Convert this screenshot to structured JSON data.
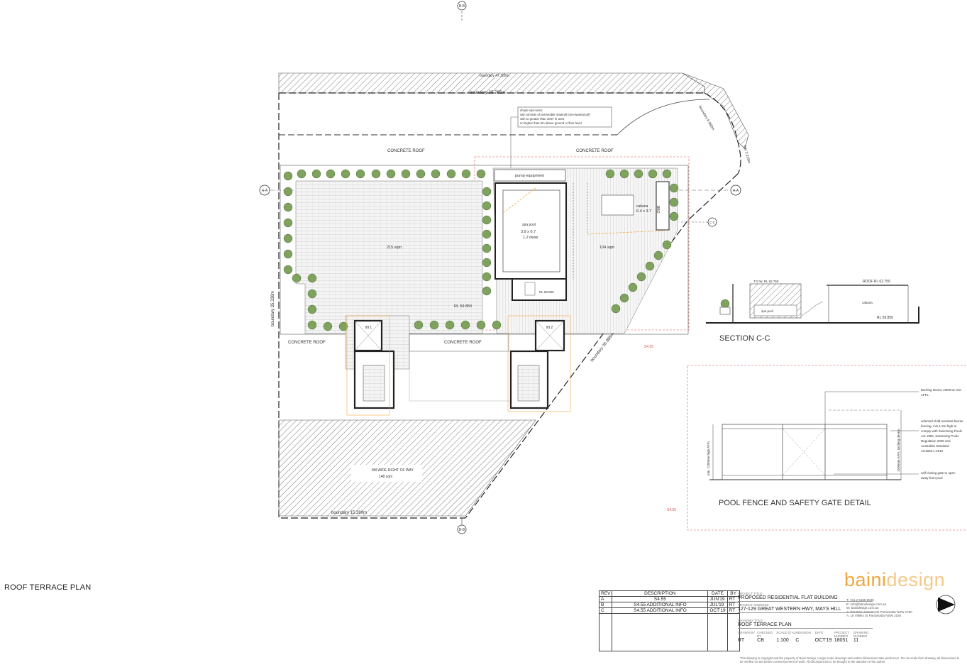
{
  "markers": {
    "bb_top": "B-B",
    "bb_bottom": "B-B",
    "aa_left": "A-A",
    "aa_right": "A-A",
    "cc": "C-C"
  },
  "plan": {
    "boundary_top": "boundary 47.265m",
    "boundary_top_inner": "boundary 35.765m",
    "boundary_arc": "boundary 6.988m",
    "boundary_right_short": "bdy 2.419m",
    "boundary_left": "boundary 35.338m",
    "boundary_diag": "boundary 36.988m",
    "boundary_bottom": "boundary 15.380m",
    "concrete_roof_1": "CONCRETE ROOF",
    "concrete_roof_2": "CONCRETE ROOF",
    "concrete_roof_3": "CONCRETE ROOF",
    "concrete_roof_4": "CONCRETE ROOF",
    "shade_note_1": "shade sail notes:",
    "shade_note_2": "sail consists of permeable material (non-waterproof)",
    "shade_note_3": "sail no greater than 20m² in area",
    "shade_note_4": "no higher than 3m above ground or floor level",
    "pump": "pump equipment",
    "spa_1": "spa pool",
    "spa_2": "3.9 x 6.7",
    "spa_3": "1.2 deep",
    "cabana_1": "cabana",
    "cabana_2": "6.4 x 3.7",
    "bbq": "BBQ",
    "area_main": "215 sqm",
    "area_right": "104 sqm",
    "rl_main": "RL 59.850",
    "rl_small": "RL 59.850",
    "lift_1": "lift 1",
    "lift_2": "lift 2",
    "row_1": "8M WIDE RIGHT OF WAY",
    "row_2": "148 sqm",
    "s455_a": "S4.55",
    "s455_b": "S4.55"
  },
  "section": {
    "title": "SECTION C-C",
    "tow": "T.O.W. RL 62.750",
    "roof": "ROOF RL 62.750",
    "cabana": "cabana",
    "spa": "spa pool",
    "rl": "RL 59.850"
  },
  "fence": {
    "title": "POOL FENCE AND SAFETY GATE DETAIL",
    "note1_a": "latching device 1500mm min",
    "note1_b": "AFFL",
    "note2_a": "selected child resistant barrier",
    "note2_b": "fencing, min.1.2m high to",
    "note2_c": "comply with Swimming Pools",
    "note2_d": "Act 1992, Swimming Pools",
    "note2_e": "Regulation 2008 and",
    "note2_f": "Australian Standard",
    "note2_g": "AS1926.1-2012",
    "note3_a": "self closing gate to open",
    "note3_b": "away from pool",
    "dim_left": "min. 1200mm high AFFL",
    "dim_right": "1500mm AFFL latching device"
  },
  "page_title": "ROOF TERRACE PLAN",
  "title_block": {
    "headers": {
      "rev": "REV",
      "desc": "DESCRIPTION",
      "date": "DATE",
      "by": "BY"
    },
    "revisions": [
      {
        "rev": "A",
        "desc": "S4.55",
        "date": "JUN'19",
        "by": "RT"
      },
      {
        "rev": "B",
        "desc": "S4.55 ADDITIONAL INFO",
        "date": "JUL'19",
        "by": "RT"
      },
      {
        "rev": "C",
        "desc": "S4.55 ADDITIONAL INFO",
        "date": "OCT'19",
        "by": "RT"
      }
    ],
    "project_title_label": "PROJECT TITLE",
    "project_title": "PROPOSED RESIDENTIAL FLAT BUILDING",
    "project_address_label": "PROJECT ADDRESS",
    "project_address": "127-129 GREAT WESTERN HWY, MAYS HILL",
    "drawing_title_label": "DRAWING TITLE",
    "drawing_title": "ROOF TERRACE PLAN",
    "meta_labels": [
      "DRAWN BY",
      "CHECKED BY",
      "SCALE @ A1",
      "REVISION",
      "DATE",
      "PROJECT NUMBER",
      "DRAWING NUMBER"
    ],
    "meta_values": [
      "RT",
      "CB",
      "1:100",
      "C",
      "OCT'19",
      "18051",
      "11"
    ],
    "disclaimer": "This drawing is copyright and the property of Baini Design. Larger scale drawings and written dimensions take preference. Do not scale from drawing; all dimensions to be verified on site before commencement of work. All discrepancies to be brought to the attention of the author."
  },
  "brand": {
    "part1": "baini",
    "part2": "design"
  },
  "contact": {
    "t": "T: +61 2 9188 8030",
    "e": "E: info@bainidesign.com.au",
    "w": "W: bainidesign.com.au",
    "a": "A: PO BOX 2402 North Parramatta NSW 1750",
    "a2": "A: 18 Villiers St Parramatta NSW 2150"
  },
  "colors": {
    "accent": "#f2a640",
    "redline": "#e05050",
    "planting": "#6f9a52"
  }
}
